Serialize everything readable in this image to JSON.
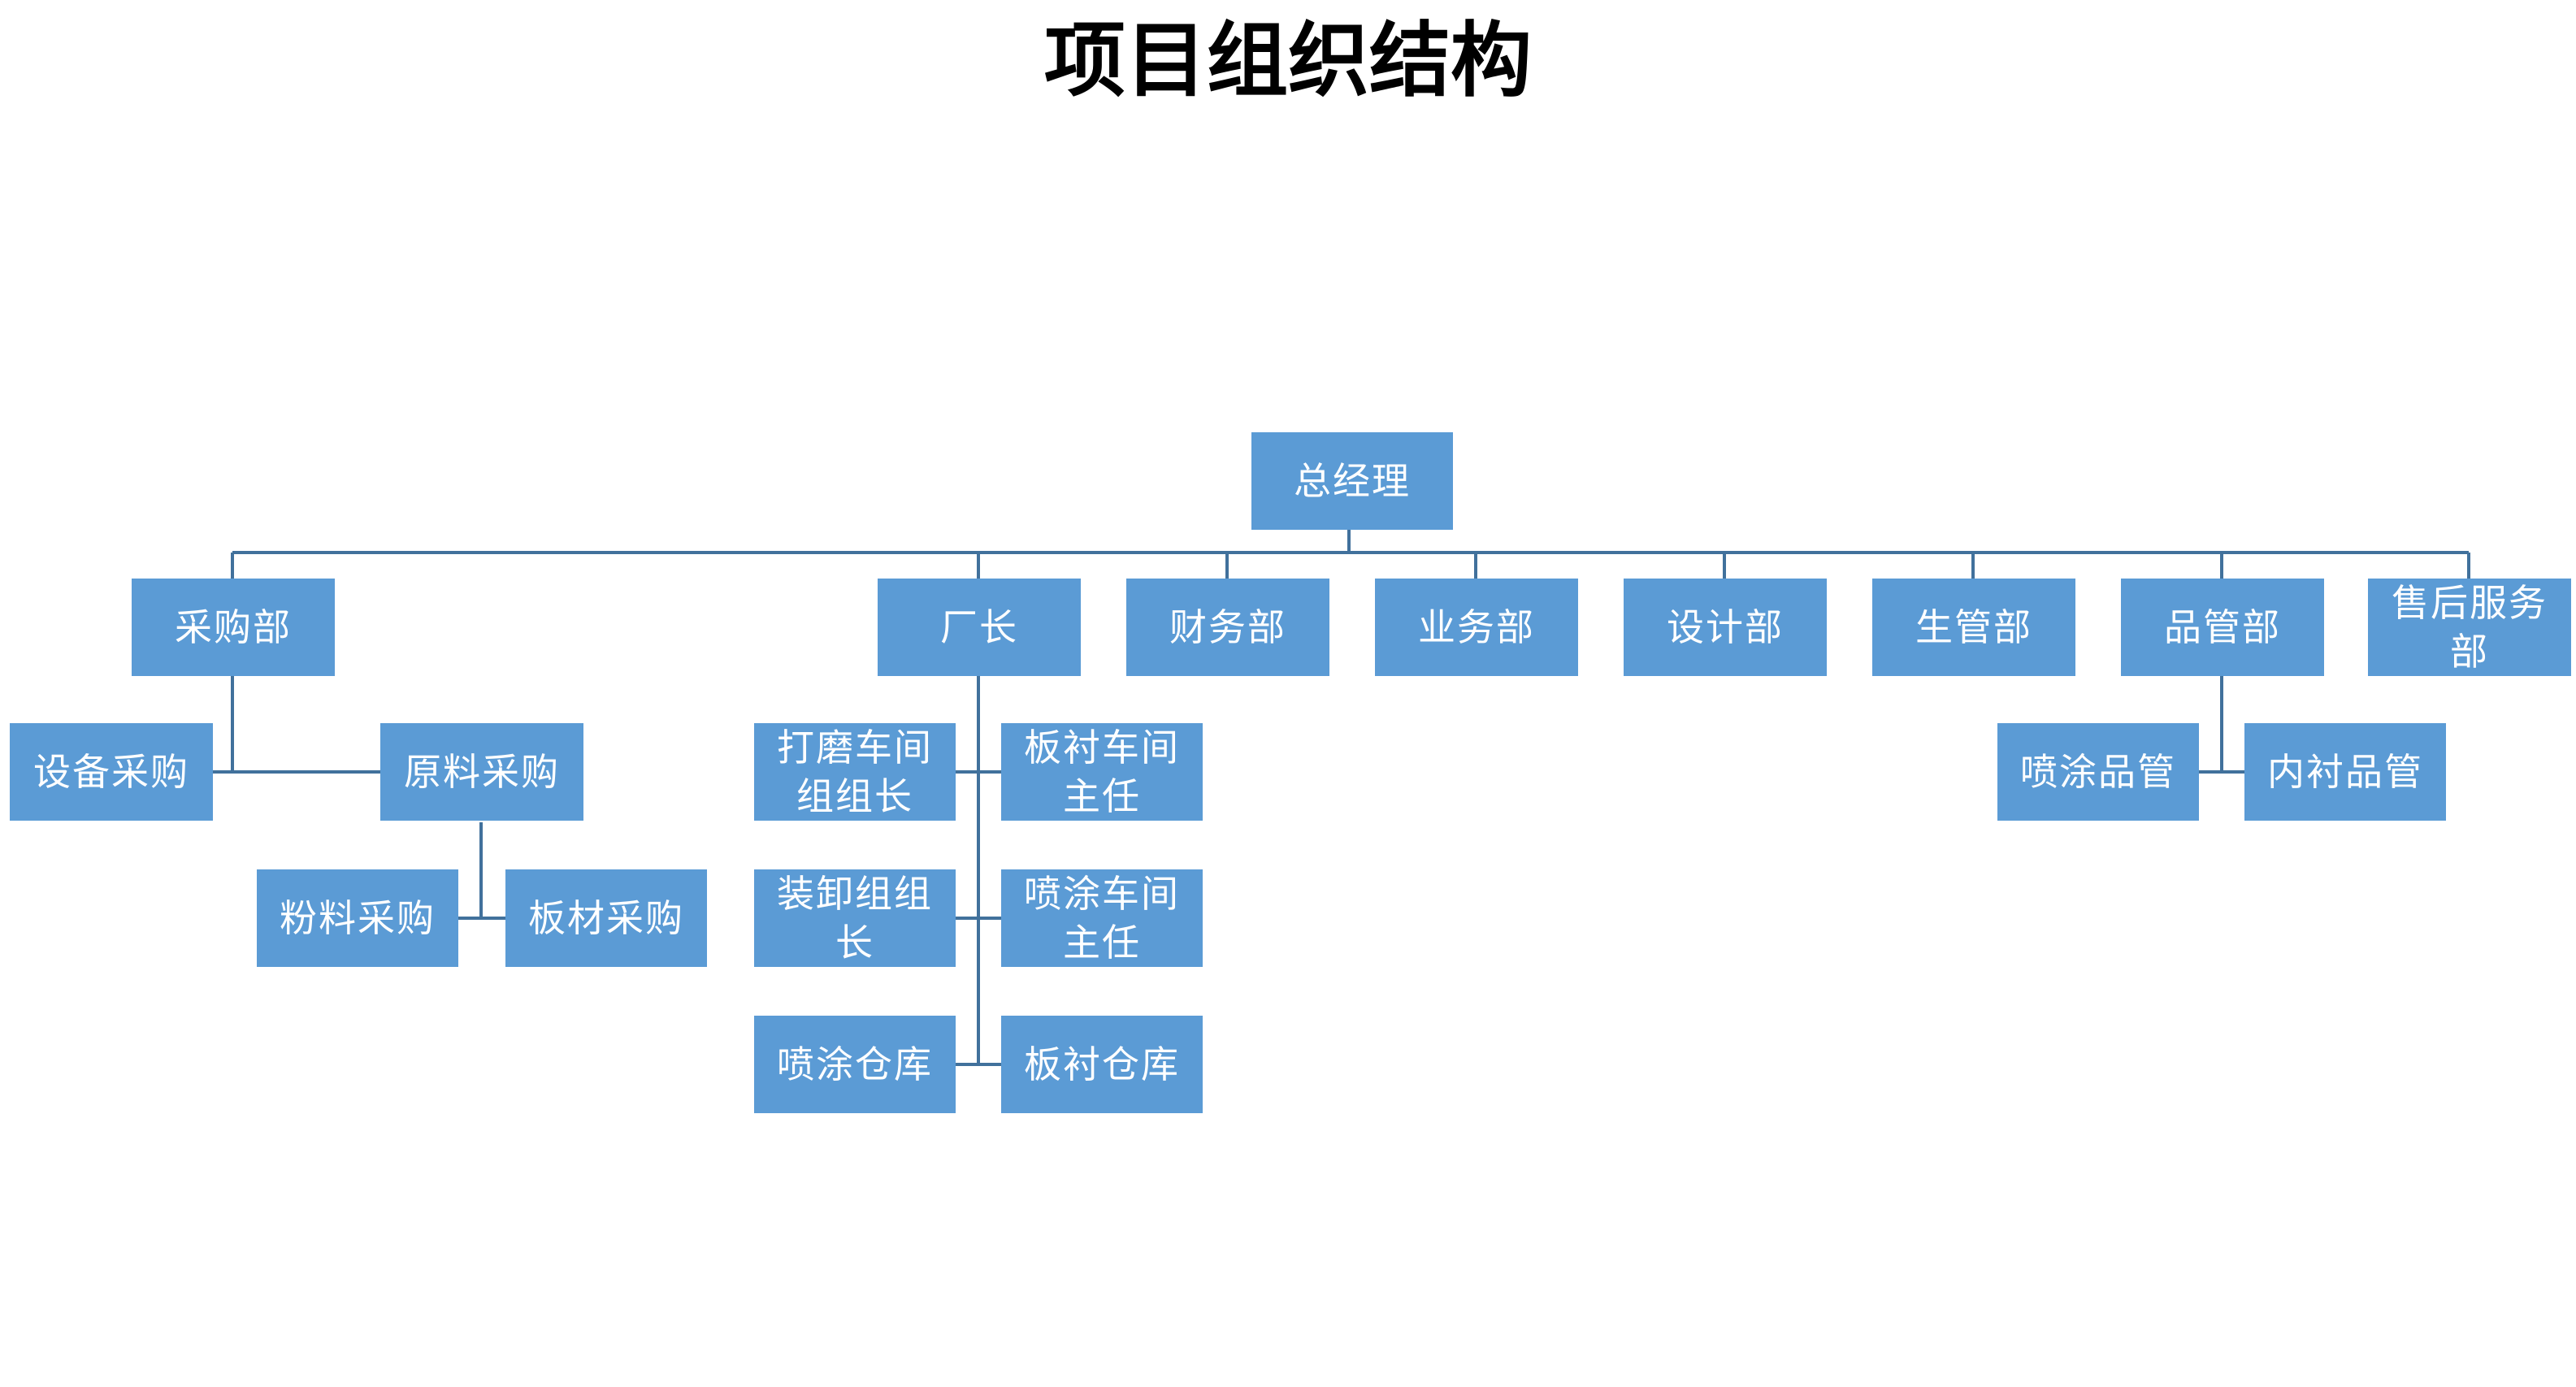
{
  "title": "项目组织结构",
  "colors": {
    "node_fill": "#5b9bd5",
    "node_text": "#ffffff",
    "connector": "#41719c"
  },
  "nodes": {
    "gm": "总经理",
    "procurement": "采购部",
    "factory_director": "厂长",
    "finance": "财务部",
    "business": "业务部",
    "design": "设计部",
    "production_mgmt": "生管部",
    "quality_mgmt": "品管部",
    "after_sales": "售后服务部",
    "equipment_purchase": "设备采购",
    "raw_material_purchase": "原料采购",
    "powder_purchase": "粉料采购",
    "board_purchase": "板材采购",
    "grinding_leader": "打磨车间组组长",
    "lining_workshop_director": "板衬车间主任",
    "loading_leader": "装卸组组长",
    "spraying_workshop_director": "喷涂车间主任",
    "spraying_warehouse": "喷涂仓库",
    "lining_warehouse": "板衬仓库",
    "spraying_qc": "喷涂品管",
    "lining_qc": "内衬品管"
  }
}
